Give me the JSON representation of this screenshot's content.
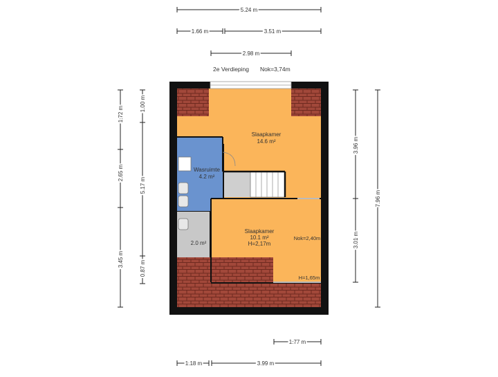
{
  "header": {
    "floor": "2e Verdieping",
    "ridge": "Nok=3,74m"
  },
  "dimensions": {
    "top_total": "5.24 m",
    "top_left": "1.66 m",
    "top_right": "3.51 m",
    "top_inner": "2.98 m",
    "left_outer_top": "1.72 m",
    "left_outer_mid": "2.65 m",
    "left_outer_bottom": "3.45 m",
    "left_inner_top": "1.00 m",
    "left_inner_mid": "5.17 m",
    "left_inner_bottom": "0.87 m",
    "right_inner_top": "3.96 m",
    "right_inner_bottom": "3.01 m",
    "right_outer": "7.96 m",
    "bottom_upper": "1.77 m",
    "bottom_left": "1.18 m",
    "bottom_right": "3.99 m"
  },
  "rooms": {
    "bedroom_large": {
      "name": "Slaapkamer",
      "area": "14.6 m²"
    },
    "laundry": {
      "name": "Wasruimte",
      "area": "4.2 m²"
    },
    "storage": {
      "area": "2.0 m²"
    },
    "bedroom_small": {
      "name": "Slaapkamer",
      "area": "10.1 m²",
      "height": "H=2,17m"
    }
  },
  "annotations": {
    "ridge_height": "Nok=2,40m",
    "low_height": "H=1,65m"
  },
  "colors": {
    "bedroom": "#fbb55a",
    "laundry": "#6a93cf",
    "storage": "#c8c8c8",
    "roof_tiles": "#a2483a",
    "wall": "#111111"
  }
}
